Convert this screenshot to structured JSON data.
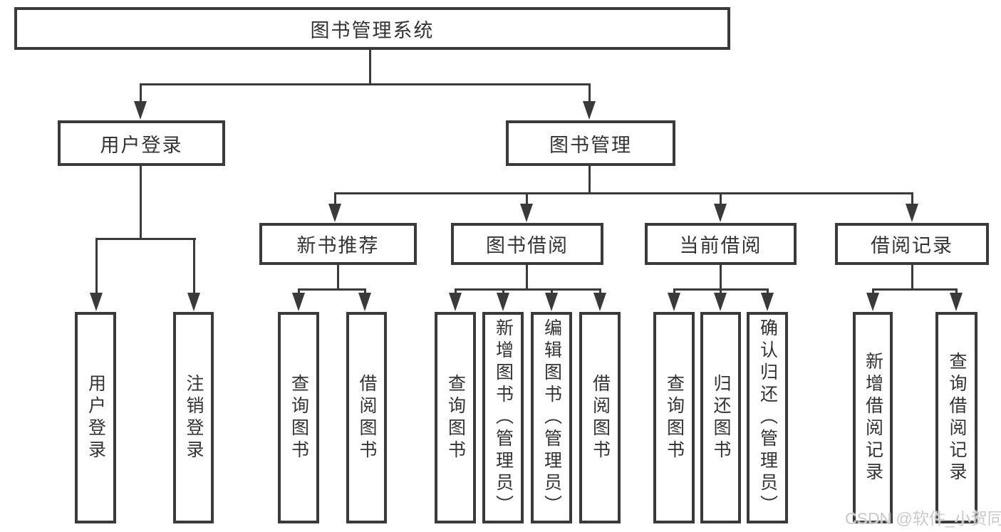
{
  "diagram": {
    "title": "图书管理系统",
    "branches": {
      "user_login": {
        "label": "用户登录",
        "children": {
          "login": "用户登录",
          "logout": "注销登录"
        }
      },
      "book_management": {
        "label": "图书管理",
        "children": {
          "new_book_recommend": {
            "label": "新书推荐",
            "children": {
              "query_book": "查询图书",
              "borrow_book": "借阅图书"
            }
          },
          "book_borrow": {
            "label": "图书借阅",
            "children": {
              "query_book": "查询图书",
              "add_book": "新增图书（管理员）",
              "edit_book": "编辑图书（管理员）",
              "borrow_book": "借阅图书"
            }
          },
          "current_borrow": {
            "label": "当前借阅",
            "children": {
              "query_book": "查询图书",
              "return_book": "归还图书",
              "confirm_return": "确认归还（管理员）"
            }
          },
          "borrow_records": {
            "label": "借阅记录",
            "children": {
              "add_record": "新增借阅记录",
              "query_record": "查询借阅记录"
            }
          }
        }
      }
    }
  },
  "watermark": "CSDN @软件_小贺同学",
  "colors": {
    "line": "#3a3a3a",
    "text": "#333333",
    "background": "#ffffff",
    "watermark": "#c9c9c9"
  }
}
